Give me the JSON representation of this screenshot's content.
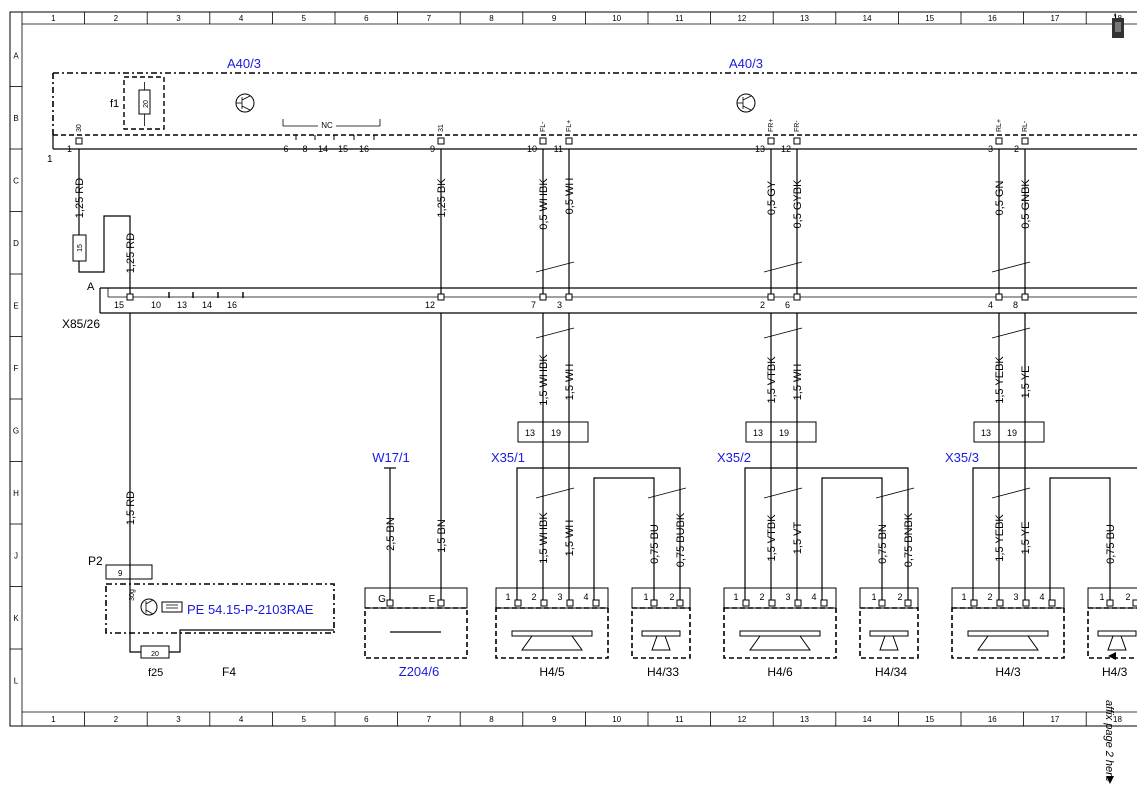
{
  "grid": {
    "columns": [
      "1",
      "2",
      "3",
      "4",
      "5",
      "6",
      "7",
      "8",
      "9",
      "10",
      "11",
      "12",
      "13",
      "14",
      "15",
      "16",
      "17",
      "18"
    ],
    "rows": [
      "A",
      "B",
      "C",
      "D",
      "E",
      "F",
      "G",
      "H",
      "J",
      "K",
      "L"
    ]
  },
  "components": {
    "a40_left": "A40/3",
    "a40_right": "A40/3",
    "fuse_f1": "f1",
    "fuse_f1_rating": "20",
    "nc_label": "NC",
    "x85": "X85/26",
    "x85_sub": "A",
    "p2": "P2",
    "f25": "f25",
    "f25_rating": "20",
    "f4": "F4",
    "w17": "W17/1",
    "z204": "Z204/6",
    "x35_1": "X35/1",
    "x35_2": "X35/2",
    "x35_3": "X35/3",
    "h4_5": "H4/5",
    "h4_33": "H4/33",
    "h4_6": "H4/6",
    "h4_34": "H4/34",
    "h4_3": "H4/3",
    "h4_cut": "H4/3",
    "reference": "PE 54.15-P-2103RAE",
    "side_note": "affix page 2 here",
    "side_num": "1",
    "side_num_e": "1"
  },
  "pins": {
    "a40_top": [
      "1",
      "6",
      "8",
      "14",
      "15",
      "16",
      "9",
      "10",
      "11",
      "13",
      "12",
      "3",
      "2"
    ],
    "a40_signals": [
      "30",
      "31",
      "FL-",
      "FL+",
      "FR+",
      "FR-",
      "RL+",
      "RL-"
    ],
    "x85": [
      "15",
      "10",
      "13",
      "14",
      "16",
      "12",
      "7",
      "3",
      "2",
      "6",
      "4",
      "8"
    ],
    "x35": [
      "13",
      "19"
    ],
    "speakers": [
      "1",
      "2",
      "3",
      "4"
    ],
    "tweeters": [
      "1",
      "2"
    ],
    "p2_pins": [
      "9",
      "30g"
    ],
    "z204_pins": [
      "G",
      "E"
    ],
    "fuse_internal": "15"
  },
  "wires": {
    "w1": "1,25 RD",
    "w2": "1,25 RD",
    "w3": "1,5 RD",
    "w4": "1,25 BK",
    "w5": "1,5 BN",
    "w6": "2,5 BN",
    "w7": "0,5 WHBK",
    "w8": "0,5 WH",
    "w9": "0,5 GY",
    "w10": "0,5 GYBK",
    "w11": "0,5 GN",
    "w12": "0,5 GNBK",
    "w13": "1,5 WHBK",
    "w14": "1,5 WH",
    "w15": "1,5 VTBK",
    "w16": "1,5 WH",
    "w17": "1,5 YEBK",
    "w18": "1,5 YE",
    "w19": "1,5 WHBK",
    "w20": "1,5 WH",
    "w21": "0,75 BU",
    "w22": "0,75 BUBK",
    "w23": "1,5 VTBK",
    "w24": "1,5 VT",
    "w25": "0,75 BN",
    "w26": "0,75 BNBK",
    "w27": "1,5 YEBK",
    "w28": "1,5 YE",
    "w29": "0,75 BU"
  }
}
